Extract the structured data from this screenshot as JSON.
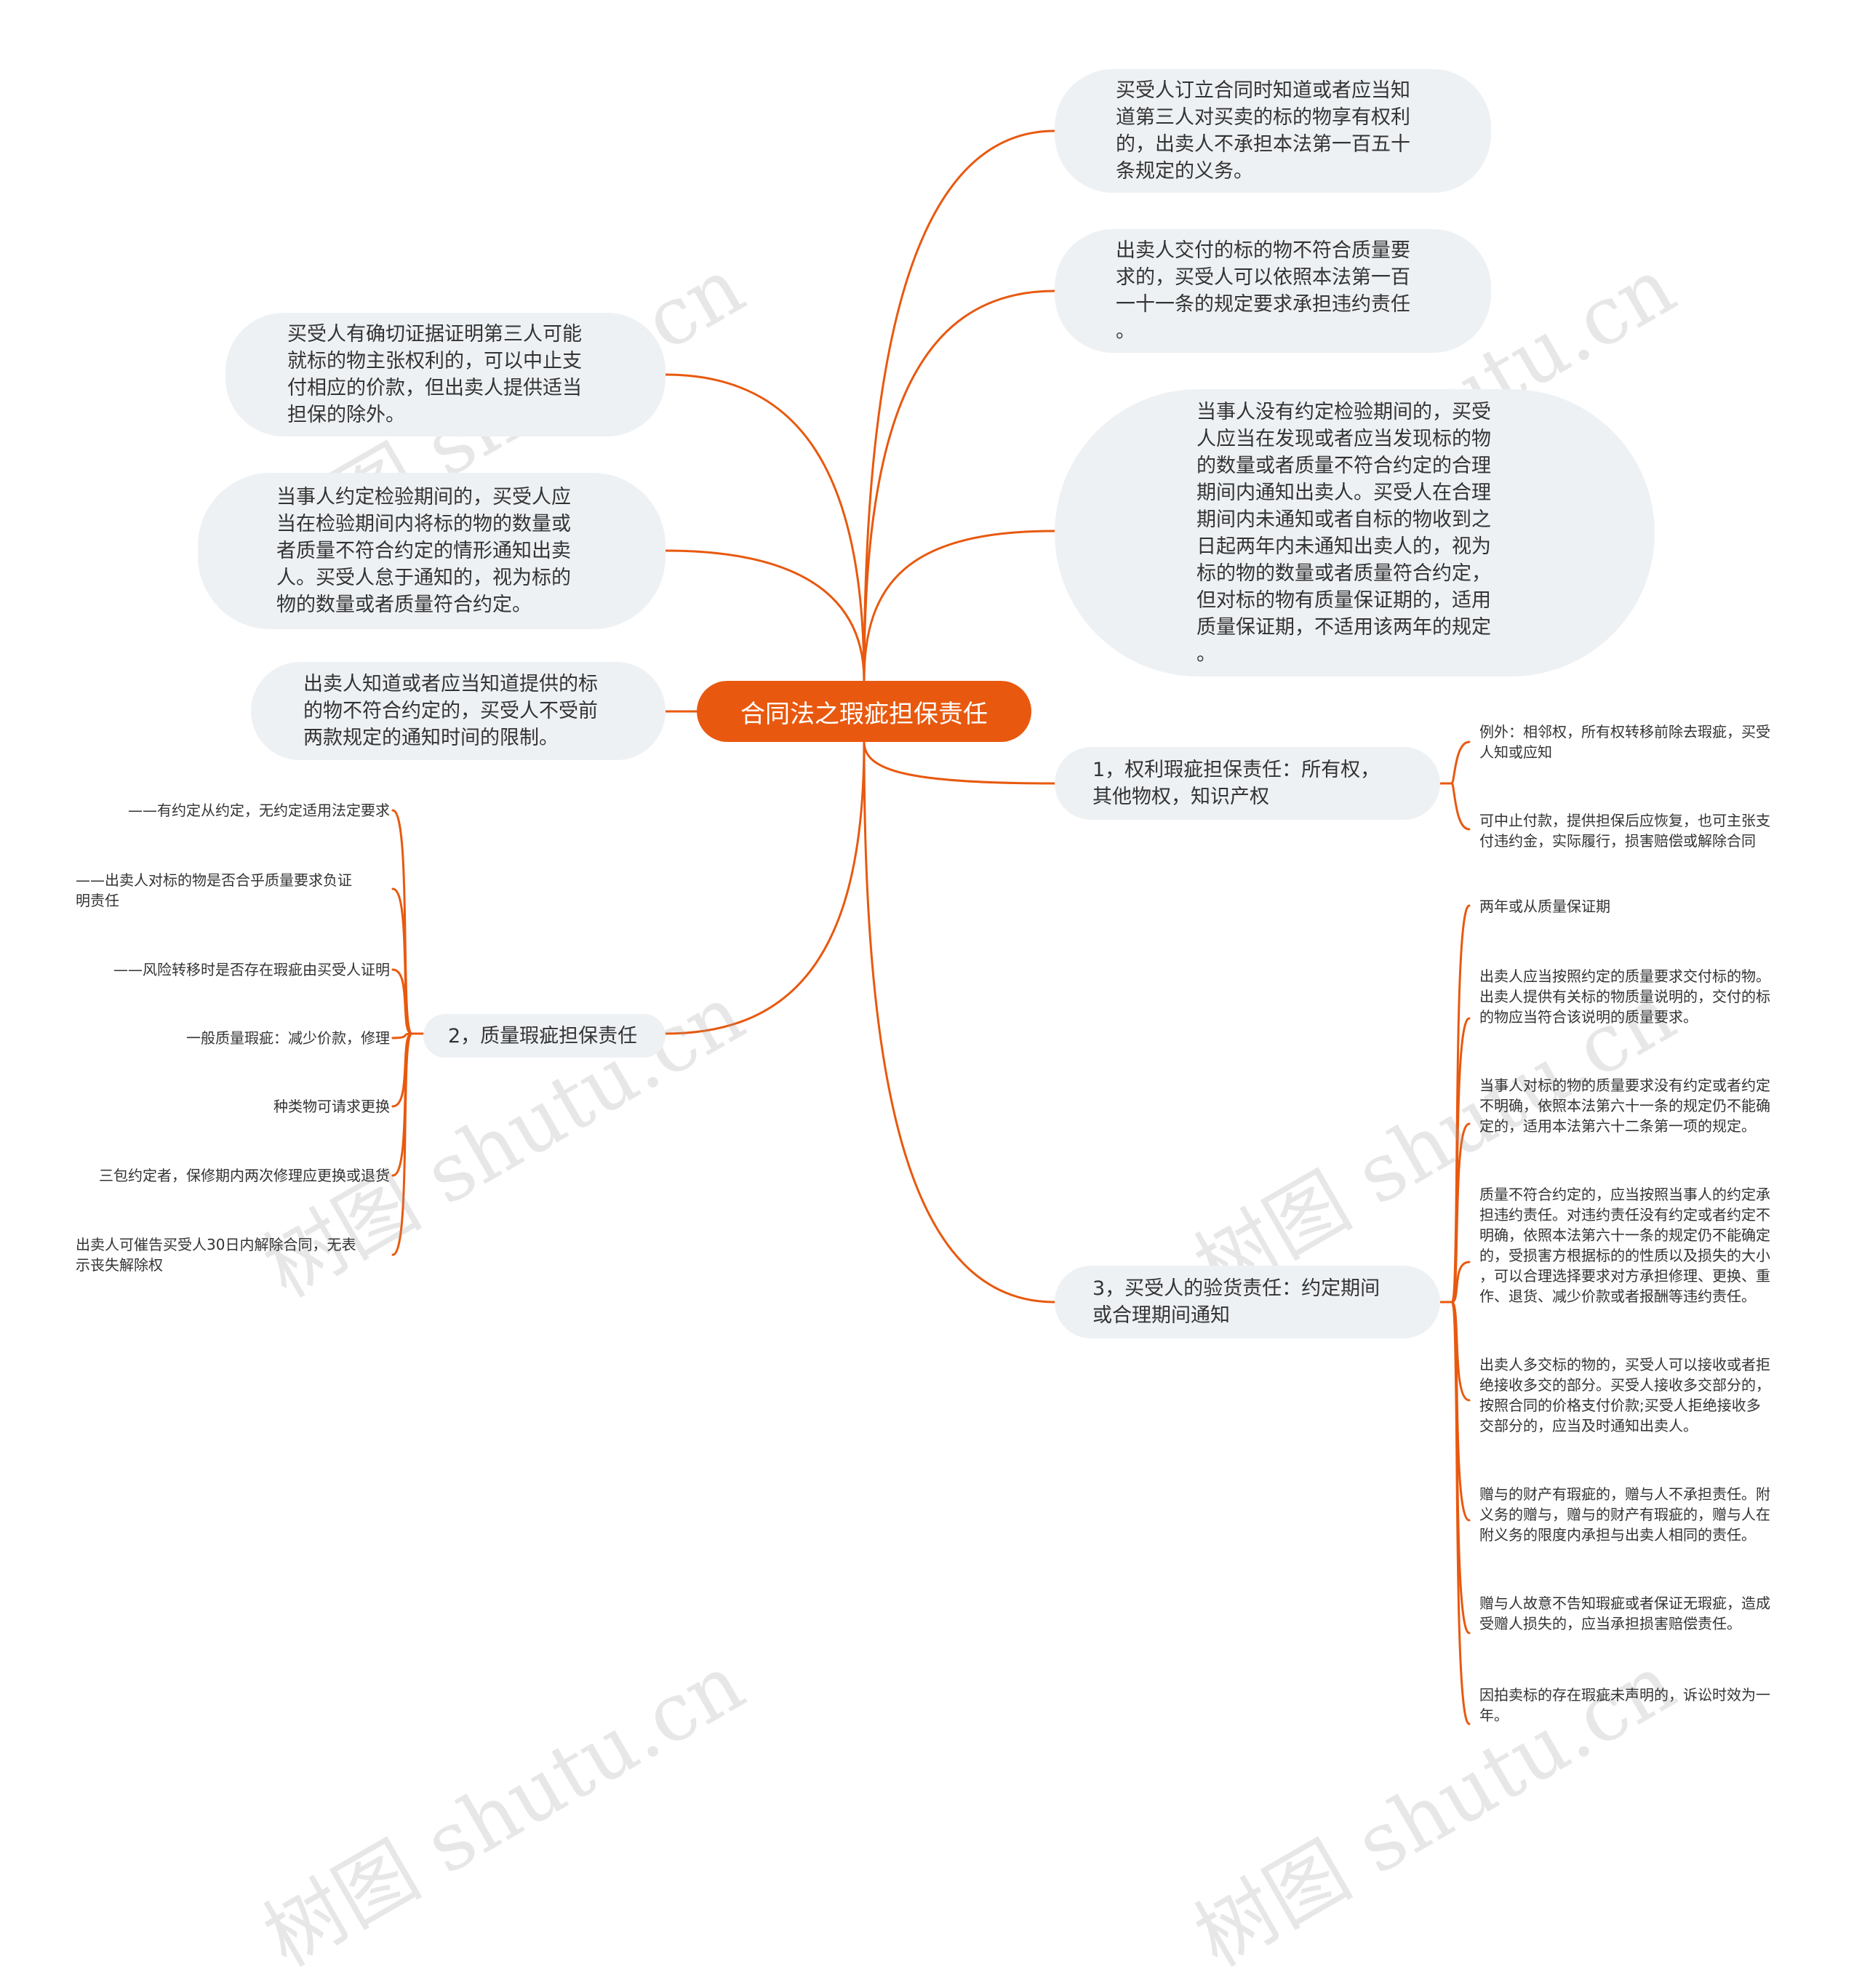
{
  "colors": {
    "accent": "#e8590f",
    "bubble": "#eef1f4",
    "text": "#333333"
  },
  "root": {
    "label": "合同法之瑕疵担保责任"
  },
  "right_notes": [
    "买受人订立合同时知道或者应当知\n道第三人对买卖的标的物享有权利\n的，出卖人不承担本法第一百五十\n条规定的义务。",
    "出卖人交付的标的物不符合质量要\n求的，买受人可以依照本法第一百\n一十一条的规定要求承担违约责任\n。",
    "当事人没有约定检验期间的，买受\n人应当在发现或者应当发现标的物\n的数量或者质量不符合约定的合理\n期间内通知出卖人。买受人在合理\n期间内未通知或者自标的物收到之\n日起两年内未通知出卖人的，视为\n标的物的数量或者质量符合约定，\n但对标的物有质量保证期的，适用\n质量保证期，不适用该两年的规定\n。"
  ],
  "left_notes": [
    "买受人有确切证据证明第三人可能\n就标的物主张权利的，可以中止支\n付相应的价款，但出卖人提供适当\n担保的除外。",
    "当事人约定检验期间的，买受人应\n当在检验期间内将标的物的数量或\n者质量不符合约定的情形通知出卖\n人。买受人怠于通知的，视为标的\n物的数量或者质量符合约定。",
    "出卖人知道或者应当知道提供的标\n的物不符合约定的，买受人不受前\n两款规定的通知时间的限制。"
  ],
  "branch1": {
    "label": "1，权利瑕疵担保责任：所有权，\n其他物权，知识产权",
    "items": [
      "例外：相邻权，所有权转移前除去瑕疵，买受\n人知或应知",
      "可中止付款，提供担保后应恢复，也可主张支\n付违约金，实际履行，损害赔偿或解除合同"
    ]
  },
  "branch2": {
    "label": "2，质量瑕疵担保责任",
    "items": [
      "——有约定从约定，无约定适用法定要求",
      "——出卖人对标的物是否合乎质量要求负证\n明责任",
      "——风险转移时是否存在瑕疵由买受人证明",
      "一般质量瑕疵：减少价款，修理",
      "种类物可请求更换",
      "三包约定者，保修期内两次修理应更换或退货",
      "出卖人可催告买受人30日内解除合同，无表\n示丧失解除权"
    ]
  },
  "branch3": {
    "label": "3，买受人的验货责任：约定期间\n或合理期间通知",
    "items": [
      "两年或从质量保证期",
      "出卖人应当按照约定的质量要求交付标的物。\n出卖人提供有关标的物质量说明的，交付的标\n的物应当符合该说明的质量要求。",
      "当事人对标的物的质量要求没有约定或者约定\n不明确，依照本法第六十一条的规定仍不能确\n定的，适用本法第六十二条第一项的规定。",
      "质量不符合约定的，应当按照当事人的约定承\n担违约责任。对违约责任没有约定或者约定不\n明确，依照本法第六十一条的规定仍不能确定\n的，受损害方根据标的的性质以及损失的大小\n，可以合理选择要求对方承担修理、更换、重\n作、退货、减少价款或者报酬等违约责任。",
      "出卖人多交标的物的，买受人可以接收或者拒\n绝接收多交的部分。买受人接收多交部分的，\n按照合同的价格支付价款;买受人拒绝接收多\n交部分的，应当及时通知出卖人。",
      "赠与的财产有瑕疵的，赠与人不承担责任。附\n义务的赠与，赠与的财产有瑕疵的，赠与人在\n附义务的限度内承担与出卖人相同的责任。",
      "赠与人故意不告知瑕疵或者保证无瑕疵，造成\n受赠人损失的，应当承担损害赔偿责任。",
      "因拍卖标的存在瑕疵未声明的，诉讼时效为一\n年。"
    ]
  },
  "watermark": "树图 shutu.cn"
}
